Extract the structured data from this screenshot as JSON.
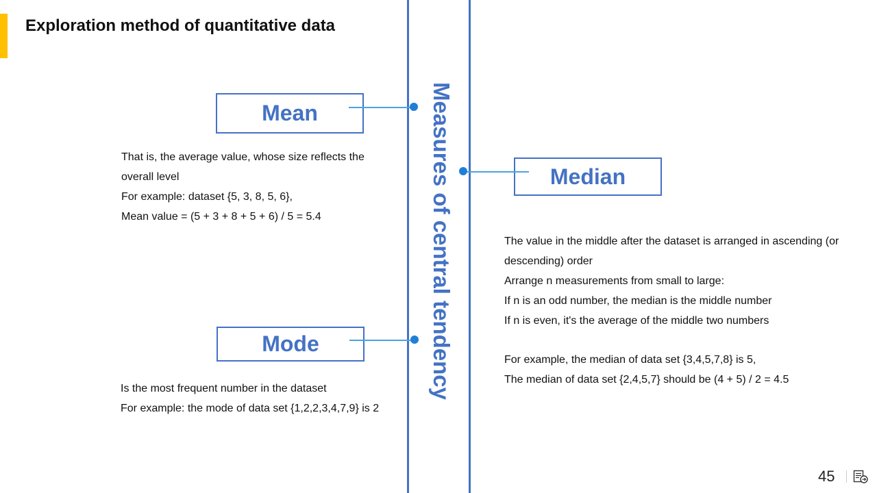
{
  "slide": {
    "title": "Exploration method of quantitative data",
    "center_title": "Measures of central tendency",
    "page_number": "45"
  },
  "colors": {
    "accent": "#ffc000",
    "primary": "#4472c4",
    "connector": "#4aa3df",
    "dot": "#1f7fd6"
  },
  "mean": {
    "label": "Mean",
    "lines": [
      "That is, the average value, whose size reflects the overall level",
      "For example: dataset {5, 3, 8, 5, 6},",
      "Mean value = (5 + 3 + 8 + 5 + 6) / 5 = 5.4"
    ]
  },
  "median": {
    "label": "Median",
    "lines": [
      "The value in the middle after the dataset is arranged in ascending (or descending) order",
      "Arrange n measurements from small to large:",
      "If n is an odd number, the median is the middle number",
      "If n is even, it's the average of the middle two numbers",
      "For example, the median of data set {3,4,5,7,8} is 5,",
      "The median of data set {2,4,5,7} should be (4 + 5) / 2 = 4.5"
    ]
  },
  "mode": {
    "label": "Mode",
    "lines": [
      "Is the most frequent number in the dataset",
      "For example: the mode of data set {1,2,2,3,4,7,9} is 2"
    ]
  },
  "icons": {
    "notes": "notes-icon"
  }
}
